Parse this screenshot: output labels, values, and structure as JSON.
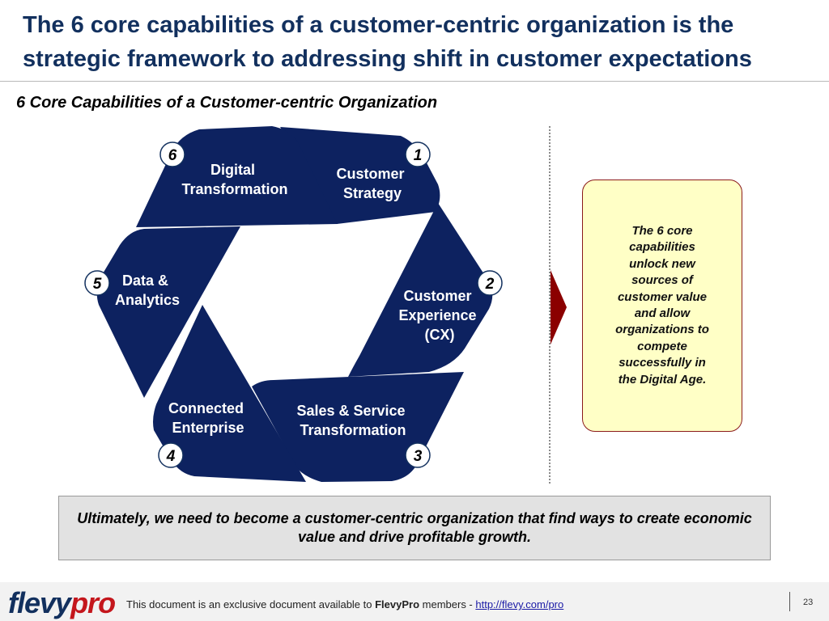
{
  "title": "The 6 core capabilities of a customer-centric organization is the strategic framework to addressing shift in customer expectations",
  "subtitle": "6 Core Capabilities of a Customer-centric Organization",
  "colors": {
    "segment": "#0d2260",
    "title": "#12305e",
    "callout_bg": "#ffffc6",
    "arrow": "#8b0000",
    "brand_red": "#c4161c"
  },
  "capabilities": [
    {
      "number": "1",
      "line1": "Customer",
      "line2": "Strategy",
      "line3": ""
    },
    {
      "number": "2",
      "line1": "Customer",
      "line2": "Experience",
      "line3": "(CX)"
    },
    {
      "number": "3",
      "line1": "Sales & Service",
      "line2": "Transformation",
      "line3": ""
    },
    {
      "number": "4",
      "line1": "Connected",
      "line2": "Enterprise",
      "line3": ""
    },
    {
      "number": "5",
      "line1": "Data &",
      "line2": "Analytics",
      "line3": ""
    },
    {
      "number": "6",
      "line1": "Digital",
      "line2": "Transformation",
      "line3": ""
    }
  ],
  "callout": "The 6 core capabilities unlock new sources of customer value and allow organizations to compete successfully in the Digital Age.",
  "bottom_message": "Ultimately, we need to become a customer-centric organization that find ways to create economic value and drive profitable growth.",
  "footer": {
    "logo_part1": "flevy",
    "logo_part2": "pro",
    "note_prefix": "This document is an exclusive document available to ",
    "note_brand": "FlevyPro",
    "note_mid": " members - ",
    "note_link": "http://flevy.com/pro",
    "page": "23"
  }
}
